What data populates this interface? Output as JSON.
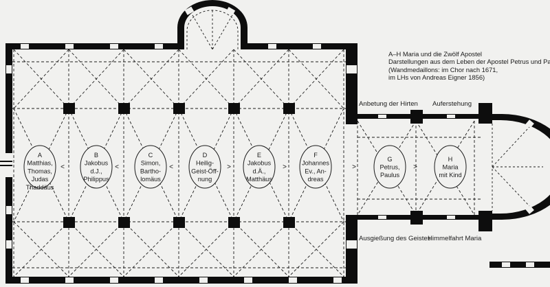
{
  "legend": {
    "line1": "A–H  Maria und die Zwölf Apostel",
    "line2": "Darstellungen aus dem Leben der Apostel Petrus und Paulus",
    "line3": "(Wandmedaillons: im Chor nach 1671,",
    "line4": "im LHs von Andreas Eigner 1856)"
  },
  "choir_labels": {
    "top_left": "Anbetung der Hirten",
    "top_right": "Auferstehung",
    "bottom_left": "Ausgießung des Geistes",
    "bottom_right": "Himmelfahrt Maria"
  },
  "medallions": [
    {
      "letter": "A",
      "lines": [
        "Matthias,",
        "Thomas,",
        "Judas"
      ]
    },
    {
      "letter": "B",
      "lines": [
        "Jakobus",
        "d.J.,",
        "Philippus"
      ]
    },
    {
      "letter": "C",
      "lines": [
        "Simon,",
        "Bartho-",
        "lomäus"
      ]
    },
    {
      "letter": "D",
      "lines": [
        "Heilig-",
        "Geist-Öff-",
        "nung"
      ]
    },
    {
      "letter": "E",
      "lines": [
        "Jakobus",
        "d.Ä.,",
        "Matthäus"
      ]
    },
    {
      "letter": "F",
      "lines": [
        "Johannes",
        "Ev., An-",
        "dreas"
      ]
    },
    {
      "letter": "G",
      "lines": [
        "Petrus,",
        "Paulus"
      ]
    },
    {
      "letter": "H",
      "lines": [
        "Maria",
        "mit Kind"
      ]
    }
  ],
  "extra_label": "Thaddäus",
  "arrows": [
    "<",
    "<",
    "<",
    ">",
    ">",
    ">",
    ">"
  ]
}
